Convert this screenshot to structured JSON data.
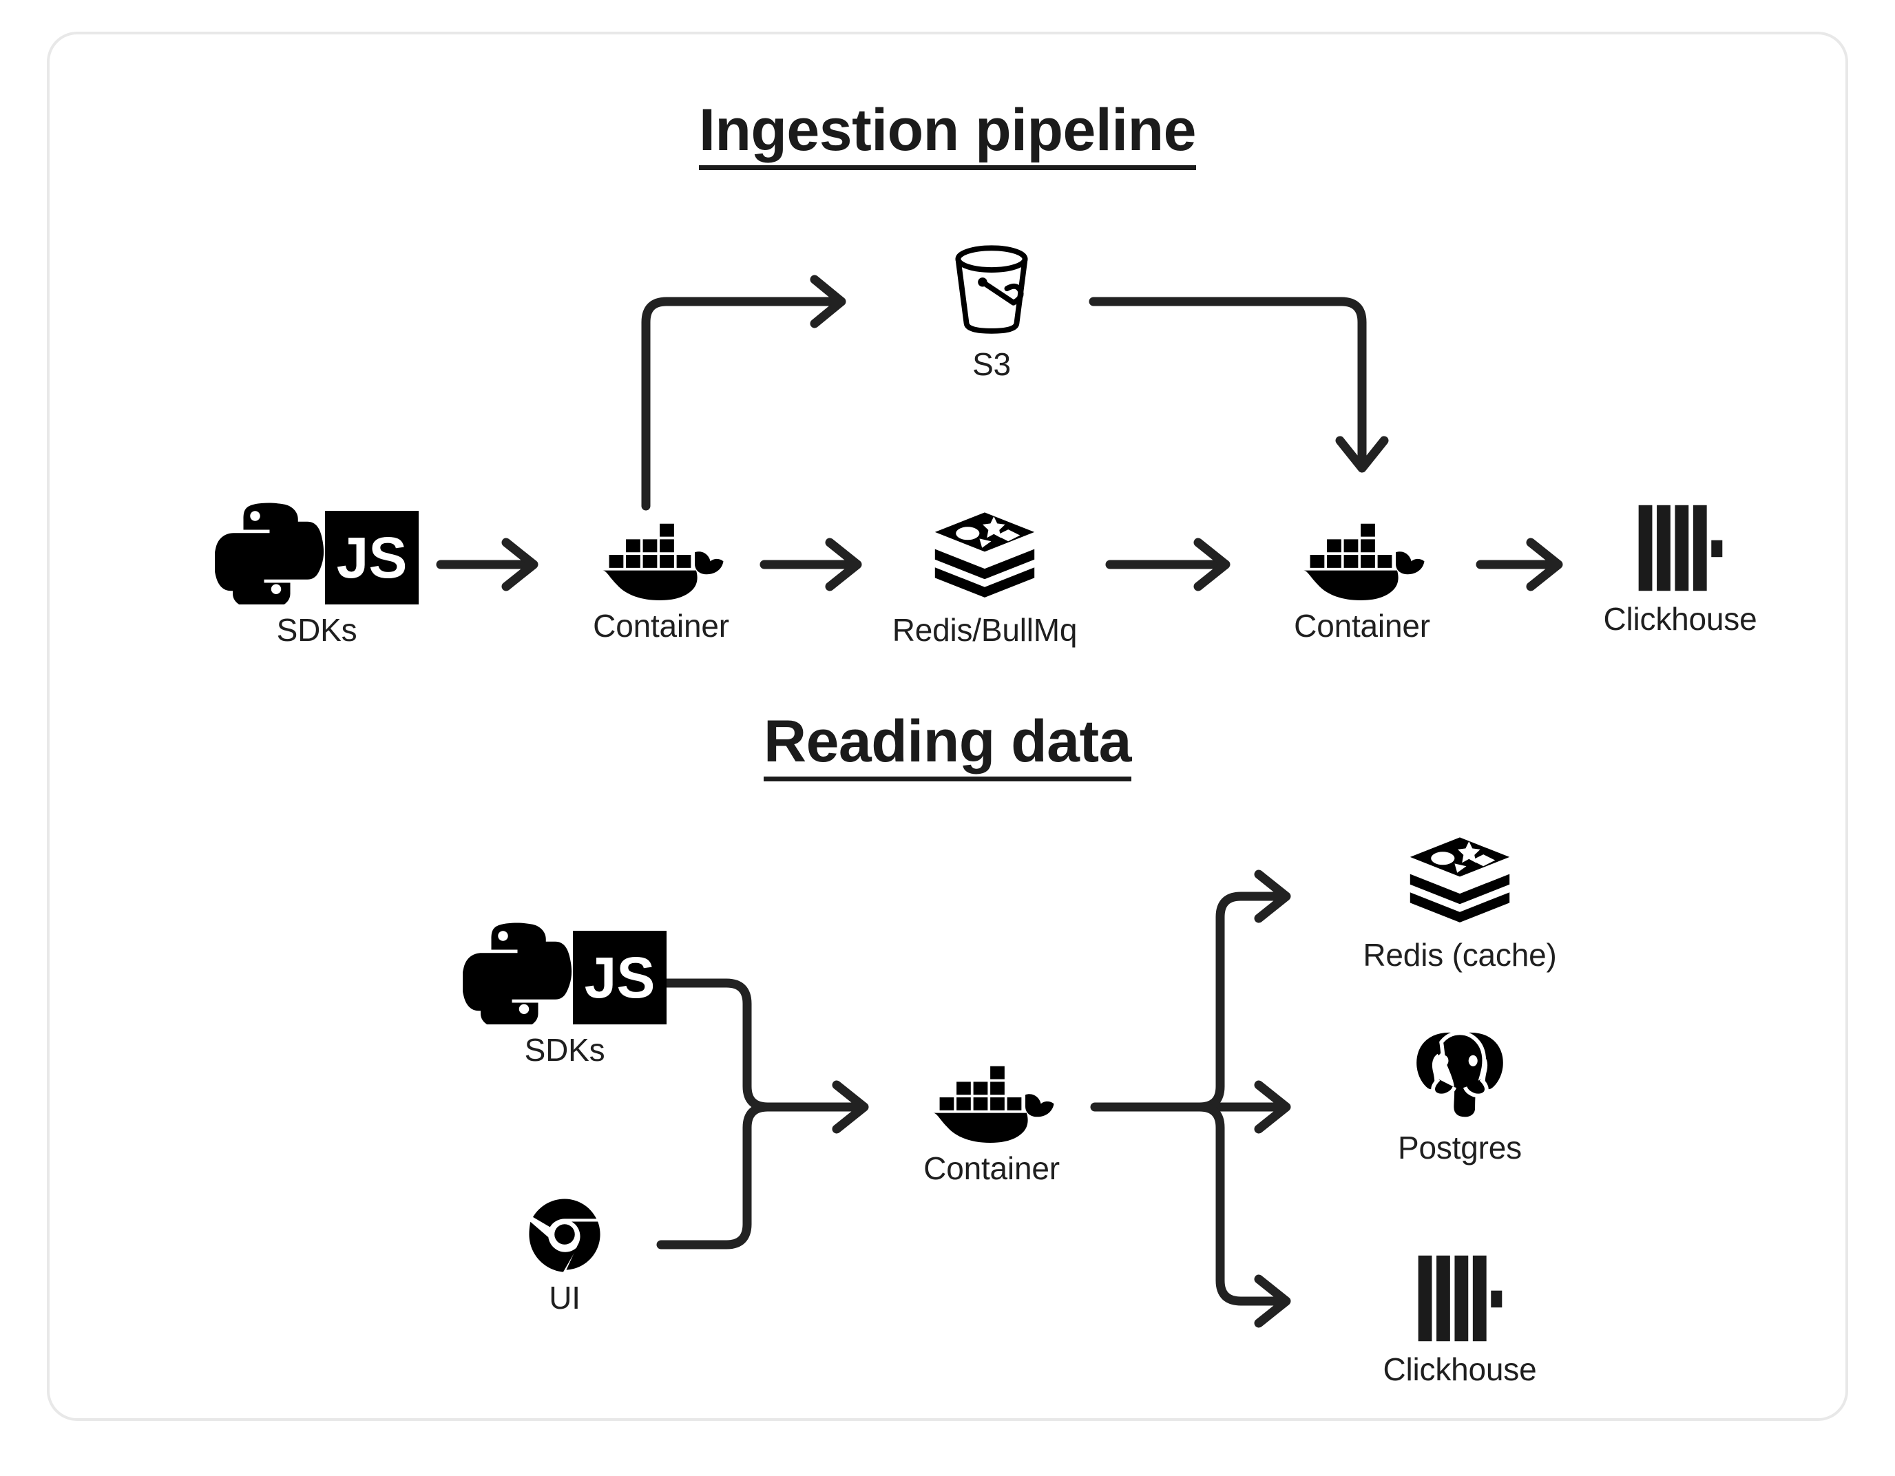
{
  "card": {
    "border_color": "#e8e8e8",
    "background": "#ffffff"
  },
  "theme": {
    "ink": "#1b1b1b",
    "label_color": "#1f1f1f",
    "stroke": "#222222"
  },
  "sections": [
    {
      "id": "ingestion",
      "title": "Ingestion pipeline",
      "nodes": [
        {
          "id": "sdks",
          "label": "SDKs",
          "icon": "python-js-sdk-icon"
        },
        {
          "id": "container-1",
          "label": "Container",
          "icon": "docker-whale-icon"
        },
        {
          "id": "s3",
          "label": "S3",
          "icon": "s3-bucket-icon"
        },
        {
          "id": "redis-bullmq",
          "label": "Redis/BullMq",
          "icon": "redis-stack-icon"
        },
        {
          "id": "container-2",
          "label": "Container",
          "icon": "docker-whale-icon"
        },
        {
          "id": "clickhouse",
          "label": "Clickhouse",
          "icon": "clickhouse-bars-icon"
        }
      ],
      "edges": [
        {
          "from": "sdks",
          "to": "container-1",
          "style": "straight-arrow"
        },
        {
          "from": "container-1",
          "to": "s3",
          "style": "elbow-up-right-arrow"
        },
        {
          "from": "container-1",
          "to": "redis-bullmq",
          "style": "straight-arrow"
        },
        {
          "from": "s3",
          "to": "container-2",
          "style": "elbow-right-down-arrow"
        },
        {
          "from": "redis-bullmq",
          "to": "container-2",
          "style": "straight-arrow"
        },
        {
          "from": "container-2",
          "to": "clickhouse",
          "style": "straight-arrow"
        }
      ]
    },
    {
      "id": "reading",
      "title": "Reading data",
      "nodes": [
        {
          "id": "sdks-read",
          "label": "SDKs",
          "icon": "python-js-sdk-icon"
        },
        {
          "id": "ui",
          "label": "UI",
          "icon": "chrome-browser-icon"
        },
        {
          "id": "container-read",
          "label": "Container",
          "icon": "docker-whale-icon"
        },
        {
          "id": "redis-cache",
          "label": "Redis (cache)",
          "icon": "redis-stack-icon"
        },
        {
          "id": "postgres",
          "label": "Postgres",
          "icon": "postgres-elephant-icon"
        },
        {
          "id": "clickhouse-read",
          "label": "Clickhouse",
          "icon": "clickhouse-bars-icon"
        }
      ],
      "edges": [
        {
          "from": "sdks-read",
          "to": "container-read",
          "style": "merge-arrow"
        },
        {
          "from": "ui",
          "to": "container-read",
          "style": "merge-arrow"
        },
        {
          "from": "container-read",
          "to": "redis-cache",
          "style": "fanout-up-arrow"
        },
        {
          "from": "container-read",
          "to": "postgres",
          "style": "fanout-straight-arrow"
        },
        {
          "from": "container-read",
          "to": "clickhouse-read",
          "style": "fanout-down-arrow"
        }
      ]
    }
  ],
  "icons": {
    "js_text": "JS"
  }
}
